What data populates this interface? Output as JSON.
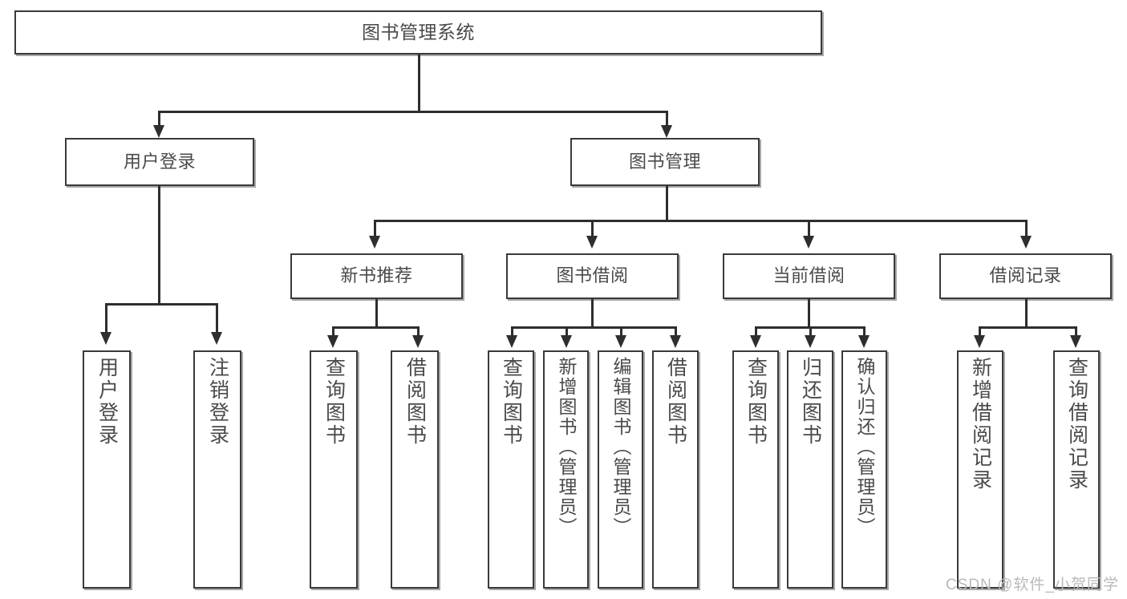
{
  "diagram": {
    "title_text": "图书管理系统",
    "watermark": "CSDN @软件_小贺同学",
    "colors": {
      "box_border": "#3a3a3a",
      "connector": "#2e2e2e",
      "text": "#4a4a4a",
      "background": "#ffffff",
      "watermark": "#b9b9b9"
    },
    "nodes": {
      "root": {
        "label": "图书管理系统"
      },
      "level2": [
        {
          "label": "用户登录"
        },
        {
          "label": "图书管理"
        }
      ],
      "level3": [
        {
          "label": "新书推荐"
        },
        {
          "label": "图书借阅"
        },
        {
          "label": "当前借阅"
        },
        {
          "label": "借阅记录"
        }
      ],
      "leaves": {
        "user_login": [
          {
            "label": "用户登录"
          },
          {
            "label": "注销登录"
          }
        ],
        "new_book_recommend": [
          {
            "label": "查询图书"
          },
          {
            "label": "借阅图书"
          }
        ],
        "book_borrow": [
          {
            "label": "查询图书"
          },
          {
            "label": "新增图书（管理员）"
          },
          {
            "label": "编辑图书（管理员）"
          },
          {
            "label": "借阅图书"
          }
        ],
        "current_borrow": [
          {
            "label": "查询图书"
          },
          {
            "label": "归还图书"
          },
          {
            "label": "确认归还（管理员）"
          }
        ],
        "borrow_record": [
          {
            "label": "新增借阅记录"
          },
          {
            "label": "查询借阅记录"
          }
        ]
      }
    }
  }
}
